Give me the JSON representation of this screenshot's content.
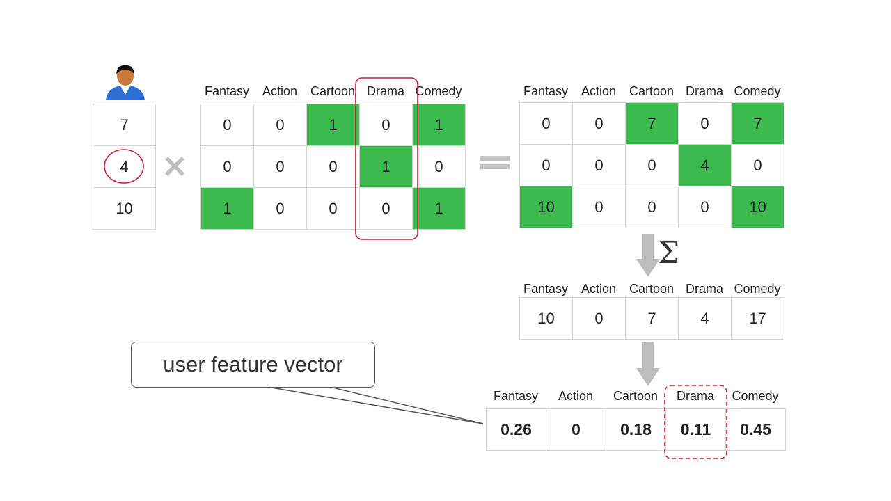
{
  "user_ratings": [
    "7",
    "4",
    "10"
  ],
  "genres_a": [
    "Fantasy",
    "Action",
    "Cartoon",
    "Drama",
    "Comedy"
  ],
  "matrix_a": [
    [
      "0",
      "0",
      "1",
      "0",
      "1"
    ],
    [
      "0",
      "0",
      "0",
      "1",
      "0"
    ],
    [
      "1",
      "0",
      "0",
      "0",
      "1"
    ]
  ],
  "genres_b": [
    "Fantasy",
    "Action",
    "Cartoon",
    "Drama",
    "Comedy"
  ],
  "matrix_b": [
    [
      "0",
      "0",
      "7",
      "0",
      "7"
    ],
    [
      "0",
      "0",
      "0",
      "4",
      "0"
    ],
    [
      "10",
      "0",
      "0",
      "0",
      "10"
    ]
  ],
  "highlight_b": [
    [
      false,
      false,
      true,
      false,
      true
    ],
    [
      false,
      false,
      false,
      true,
      false
    ],
    [
      true,
      false,
      false,
      false,
      true
    ]
  ],
  "genres_sum": [
    "Fantasy",
    "Action",
    "Cartoon",
    "Drama",
    "Comedy"
  ],
  "sum_values": [
    "10",
    "0",
    "7",
    "4",
    "17"
  ],
  "sigma": "Σ",
  "genres_norm": [
    "Fantasy",
    "Action",
    "Cartoon",
    "Drama",
    "Comedy"
  ],
  "norm_values": [
    "0.26",
    "0",
    "0.18",
    "0.11",
    "0.45"
  ],
  "callout_text": "user feature vector",
  "colors": {
    "green": "#3dba4e",
    "red": "#c81e3c",
    "gray": "#c4c4c4"
  }
}
